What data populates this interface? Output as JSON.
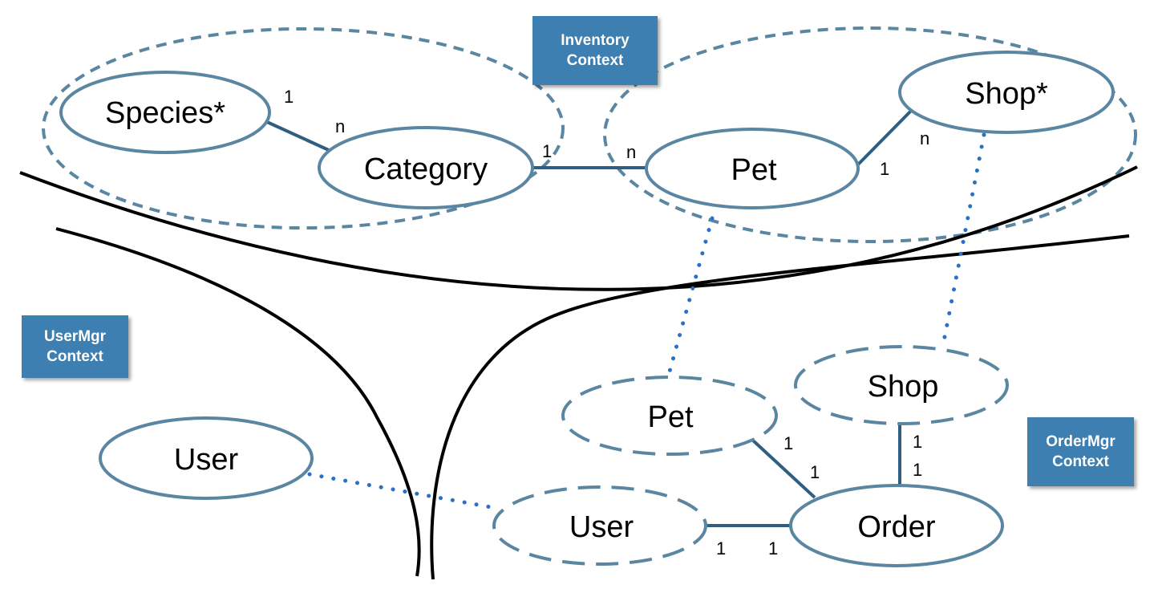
{
  "colors": {
    "entity_stroke": "#5a86a2",
    "relation_stroke": "#2f5f80",
    "boundary_stroke": "#000000",
    "dotted_link": "#2a70c8",
    "context_fill": "#3d7fb0",
    "context_text": "#ffffff"
  },
  "contexts": {
    "inventory": {
      "line1": "Inventory",
      "line2": "Context"
    },
    "usermgr": {
      "line1": "UserMgr",
      "line2": "Context"
    },
    "ordermgr": {
      "line1": "OrderMgr",
      "line2": "Context"
    }
  },
  "entities": {
    "species": "Species*",
    "category": "Category",
    "pet_inventory": "Pet",
    "shop_inventory": "Shop*",
    "user_usermgr": "User",
    "pet_order": "Pet",
    "shop_order": "Shop",
    "user_order": "User",
    "order": "Order"
  },
  "cardinalities": {
    "species_category_a": "1",
    "species_category_b": "n",
    "category_pet_a": "1",
    "category_pet_b": "n",
    "pet_shop_a": "1",
    "pet_shop_b": "n",
    "pet_order_a": "1",
    "pet_order_b": "1",
    "shop_order_a": "1",
    "shop_order_b": "1",
    "user_order_a": "1",
    "user_order_b": "1"
  }
}
